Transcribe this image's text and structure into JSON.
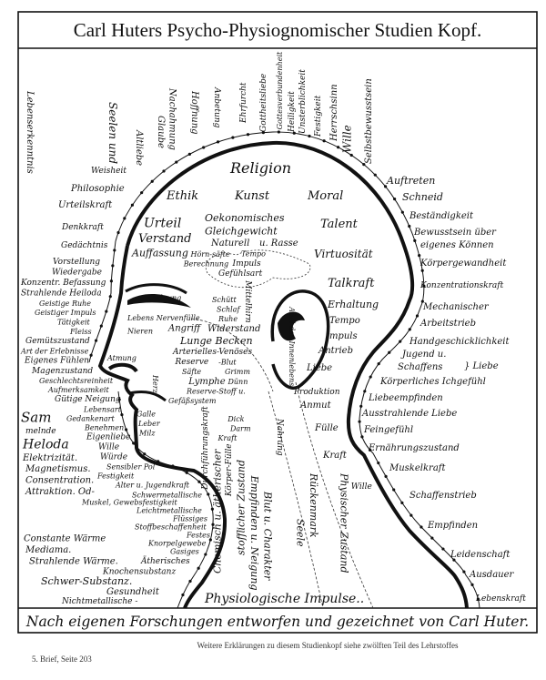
{
  "title": "Carl Huters Psycho-Physiognomischer Studien Kopf.",
  "caption": "Nach eigenen Forschungen entworfen und gezeichnet von Carl Huter.",
  "footnote": "Weitere Erklärungen zu diesem Studienkopf siehe zwölften Teil des Lehrstoffes",
  "page_ref": "5. Brief, Seite 203",
  "colors": {
    "ink": "#111111",
    "paper": "#ffffff"
  },
  "crown_labels": [
    "Lebenserkenntnis",
    "Seelen und",
    "Altliebe",
    "Glaube",
    "Nachahmung",
    "Hoffnung",
    "Anbetung",
    "Ehrfurcht",
    "Gottheitsliebe",
    "Gottesverbundenheit",
    "Heiligkeit",
    "Unsterblichkeit",
    "Festigkeit",
    "Herrschsinn",
    "Wille",
    "Selbstbewusstsein",
    "Auftreten",
    "Schneid",
    "Beständigkeit",
    "Bewusstsein über",
    "eigenes Können"
  ],
  "back_labels": [
    "Körpergewandheit",
    "Konzentrationskraft",
    "Mechanischer",
    "Arbeitstrieb",
    "Handgeschicklichkeit",
    "Jugend u.",
    "Schaffens",
    "} Liebe",
    "Körperliches Ichgefühl",
    "Liebeempfinden",
    "Ausstrahlende Liebe",
    "Feingefühl",
    "Ernährungszustand",
    "Muskelkraft",
    "Schaffenstrieb",
    "Empfinden",
    "Leidenschaft",
    "Ausdauer",
    "Lebenskraft"
  ],
  "front_labels": [
    "Weisheit",
    "Philosophie",
    "Urteilskraft",
    "Denkkraft",
    "Gedächtnis",
    "Vorstellung",
    "Wiedergabe",
    "Konzentr. Befassung",
    "Strahlende Heiloda",
    "Geistige Ruhe",
    "Geistiger Impuls",
    "Tätigkeit",
    "Fleiss",
    "Gemütszustand",
    "Art der Erlebnisse",
    "Eigenes Fühlen",
    "Magenzustand",
    "Geschlechtsreinheit",
    "Aufmerksamkeit",
    "Gütige Neigung",
    "Gedankenart",
    "Sam",
    "melnde",
    "Lebensart",
    "Benehmen",
    "Heloda",
    "Eigenliebe",
    "Elektrizität.",
    "Wille",
    "Würde",
    "Magnetismus.",
    "Consentration.",
    "Festigkeit",
    "Attraktion. Od-",
    "Sensibler Pol",
    "Constante Wärme",
    "Muskel, Gewebsfestigkeit",
    "Mediama.",
    "Alter u. Jugendkraft",
    "Strahlende Wärme.",
    "Schwermetallische",
    "Schwer-Substanz.",
    "Leichtmetallische",
    "Nichtmetallische -",
    "Stoffbeschaffenheit",
    "Knorpelgewebe",
    "Flüssiges",
    "Festes",
    "Gasiges",
    "Ätherisches",
    "Knochensubstanz",
    "Gesundheit"
  ],
  "inner_labels": [
    "Religion",
    "Ethik",
    "Kunst",
    "Moral",
    "Urteil",
    "Oekonomisches",
    "Gleichgewicht",
    "Talent",
    "Verstand",
    "Virtuosität",
    "Auffassung",
    "Naturell",
    "u. Rasse",
    "Talkraft",
    "Tempo",
    "Impuls",
    "Gefühlsart",
    "Mittelhirn",
    "Adel des Innenlebens",
    "Erhaltung",
    "Tempo",
    "Impuls",
    "Antrieb",
    "Liebe",
    "Produktion",
    "Anmut",
    "Fülle",
    "Kraft",
    "Wille",
    "Physischer Zustand",
    "Rückenmark",
    "Seele",
    "Blut u. Charakter",
    "Nahrung",
    "Empfinden u. Neigung",
    "stofflicher Zustand",
    "Chemisch u. ätherischer",
    "Durchführungskraft",
    "Körper-Fülle",
    "Physiologische Impulse..",
    "Hörn-säfte",
    "Berechnung",
    "Ordnung",
    "Schütt",
    "Schlaf",
    "Ruhe",
    "Lebens Nervenfülle",
    "Angriff",
    "Widerstand",
    "Lunge Becken",
    "Arterielles-Venöses",
    "Reserve",
    "-Blut",
    "Säfte",
    "Grimm",
    "Dünn",
    "Dick",
    "Darm",
    "Lymphe",
    "Reserve-Stoff u.",
    "Kraft",
    "Gefäßsystem",
    "Atmung",
    "Nieren",
    "Herz",
    "Galle",
    "Leber",
    "Milz"
  ]
}
